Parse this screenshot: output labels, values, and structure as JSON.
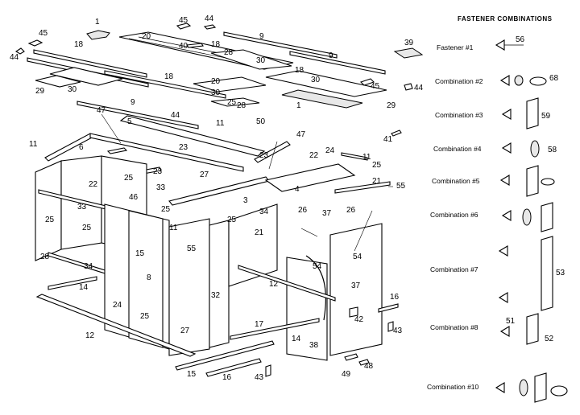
{
  "legend": {
    "heading": "FASTENER COMBINATIONS",
    "rows": [
      {
        "label": "Fastener #1",
        "parts": [
          "56"
        ]
      },
      {
        "label": "Combination #2",
        "parts": [
          "68"
        ]
      },
      {
        "label": "Combination #3",
        "parts": [
          "59"
        ]
      },
      {
        "label": "Combination #4",
        "parts": [
          "58"
        ]
      },
      {
        "label": "Combination #5",
        "parts": []
      },
      {
        "label": "Combination #6",
        "parts": []
      },
      {
        "label": "Combination #7",
        "parts": [
          "53"
        ]
      },
      {
        "label": "Combination #8",
        "parts": [
          "51",
          "52"
        ]
      },
      {
        "label": "Combination #10",
        "parts": []
      }
    ]
  },
  "callouts": [
    "1",
    "45",
    "44",
    "45",
    "44",
    "20",
    "9",
    "18",
    "40",
    "18",
    "28",
    "30",
    "9",
    "39",
    "29",
    "30",
    "18",
    "20",
    "18",
    "30",
    "45",
    "44",
    "30",
    "25",
    "1",
    "29",
    "28",
    "47",
    "9",
    "44",
    "5",
    "11",
    "50",
    "6",
    "47",
    "41",
    "11",
    "23",
    "23",
    "22",
    "24",
    "11",
    "25",
    "27",
    "23",
    "22",
    "25",
    "33",
    "4",
    "21",
    "55",
    "25",
    "46",
    "33",
    "3",
    "25",
    "26",
    "37",
    "25",
    "28",
    "25",
    "34",
    "21",
    "11",
    "55",
    "54",
    "54",
    "15",
    "26",
    "34",
    "8",
    "12",
    "14",
    "37",
    "24",
    "32",
    "25",
    "16",
    "42",
    "43",
    "17",
    "27",
    "14",
    "38",
    "12",
    "15",
    "16",
    "43",
    "49",
    "48"
  ]
}
